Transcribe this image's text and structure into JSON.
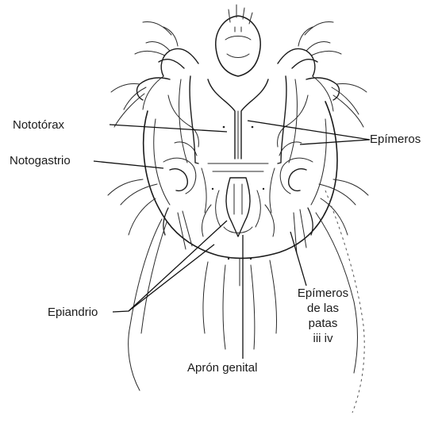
{
  "labels": {
    "nototorax": "Nototórax",
    "notogastrio": "Notogastrio",
    "epimeros": "Epímeros",
    "epiandrio": "Epiandrio",
    "apron_genital": "Aprón genital",
    "epimeros_patas_line1": "Epímeros",
    "epimeros_patas_line2": "de las",
    "epimeros_patas_line3": "patas",
    "epimeros_patas_line4": "iii iv"
  }
}
